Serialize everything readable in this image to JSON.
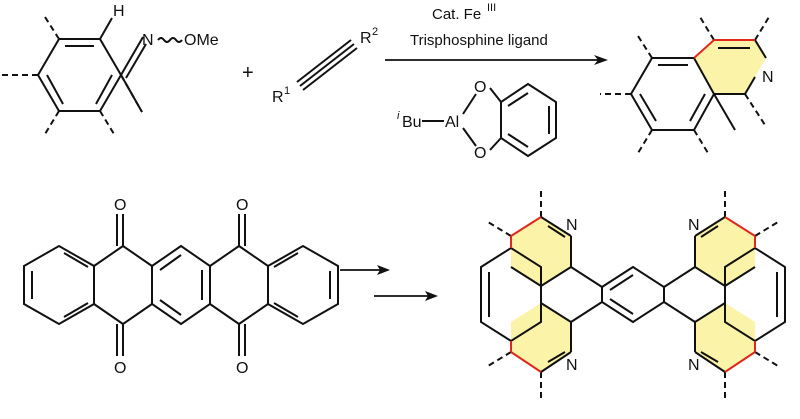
{
  "scheme": {
    "top": {
      "oxime_N": "N",
      "oxime_OMe": "OMe",
      "aryl_H": "H",
      "plus": "+",
      "alkyne_R1": "R",
      "alkyne_R1_sup": "1",
      "alkyne_R2": "R",
      "alkyne_R2_sup": "2",
      "condition_1_text": "Cat. Fe",
      "condition_1_sup": "III",
      "condition_2_text": "Trisphosphine ligand",
      "reagent_iBu_prefix": "i",
      "reagent_iBu": "Bu",
      "reagent_Al": "Al",
      "reagent_O_top": "O",
      "reagent_O_bottom": "O",
      "product_N": "N"
    },
    "bottom": {
      "quinone_O_top_left": "O",
      "quinone_O_top_right": "O",
      "quinone_O_bottom_left": "O",
      "quinone_O_bottom_right": "O",
      "product_N_top_left": "N",
      "product_N_top_right": "N",
      "product_N_bottom_left": "N",
      "product_N_bottom_right": "N"
    },
    "highlight_color": "#fbf3a8",
    "new_bond_color": "#e0281c",
    "bond_color": "#111111"
  }
}
